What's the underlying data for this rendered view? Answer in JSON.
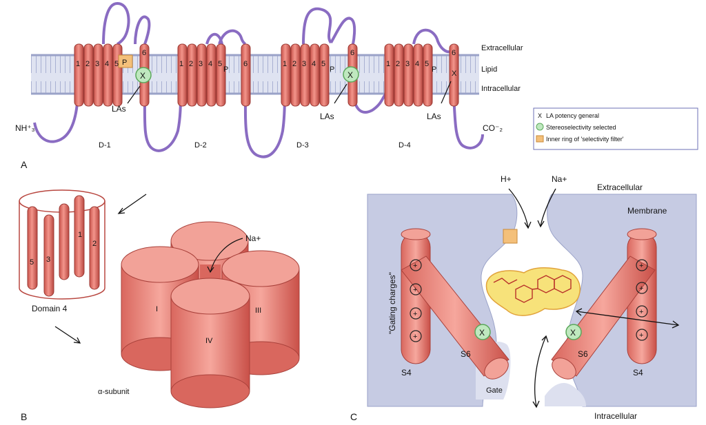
{
  "panel_a": {
    "panel_label": "A",
    "extracellular": "Extracellular",
    "lipid": "Lipid",
    "intracellular": "Intracellular",
    "n_terminus": "NH⁺₃",
    "c_terminus": "CO⁻₂",
    "domains": [
      "D-1",
      "D-2",
      "D-3",
      "D-4"
    ],
    "segment_labels": [
      "1",
      "2",
      "3",
      "4",
      "5"
    ],
    "segment_six": "6",
    "p_label": "P",
    "las": "LAs",
    "x_marker": "X",
    "legend": {
      "items": [
        {
          "symbol": "X",
          "text": "LA potency general"
        },
        {
          "symbol": "green-circle",
          "text": "Stereoselectivity selected"
        },
        {
          "symbol": "orange-square",
          "text": "Inner ring of 'selectivity filter'"
        }
      ]
    }
  },
  "panel_b": {
    "panel_label": "B",
    "domain_caption": "Domain 4",
    "segments": [
      "1",
      "2",
      "3",
      "5"
    ],
    "domains_roman": [
      "I",
      "III",
      "IV"
    ],
    "ion": "Na+",
    "subunit": "α-subunit"
  },
  "panel_c": {
    "panel_label": "C",
    "ions": [
      "H+",
      "Na+"
    ],
    "extracellular": "Extracellular",
    "membrane": "Membrane",
    "intracellular": "Intracellular",
    "gating_charges": "\"Gating charges\"",
    "s4": "S4",
    "s6": "S6",
    "gate": "Gate",
    "x_marker": "X",
    "plus": "+"
  },
  "colors": {
    "helix": "#e8726a",
    "helix_dark": "#b94a44",
    "loop": "#8a6cc2",
    "membrane": "#c9cfe6",
    "membrane_line": "#9aa2c8",
    "channel_bg": "#c6cbe3",
    "orange": "#f4c07a",
    "green": "#bfe8bf",
    "drug": "#f7e27a"
  }
}
